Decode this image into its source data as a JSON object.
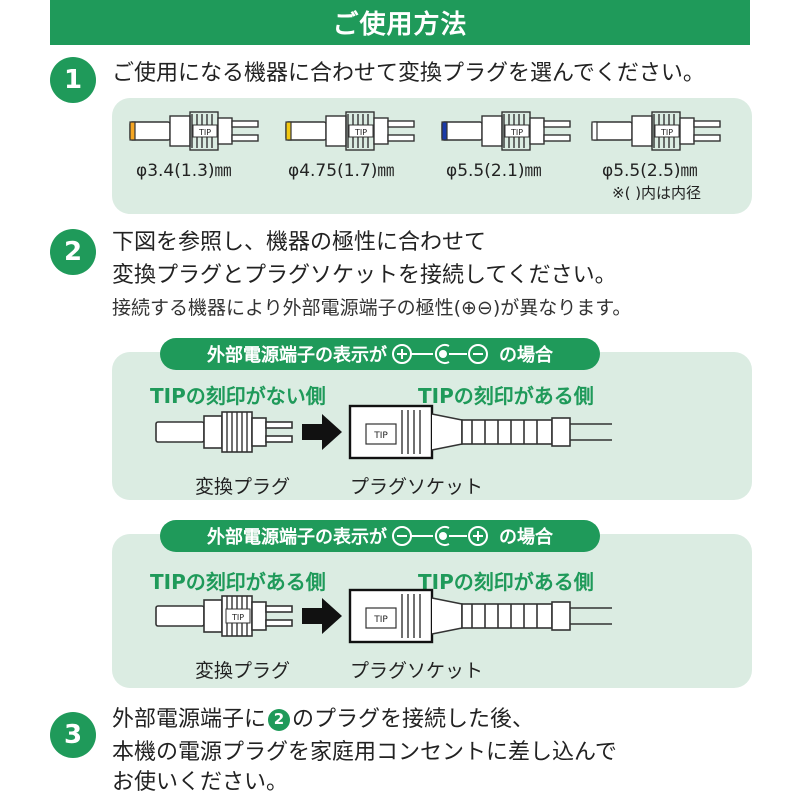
{
  "title": "ご使用方法",
  "step1": {
    "num": "1",
    "text": "ご使用になる機器に合わせて変換プラグを選んでください。",
    "plugs": [
      {
        "label": "φ3.4(1.3)㎜",
        "color": "#f5a623",
        "tip": "TIP"
      },
      {
        "label": "φ4.75(1.7)㎜",
        "color": "#f2c811",
        "tip": "TIP"
      },
      {
        "label": "φ5.5(2.1)㎜",
        "color": "#1a3aa8",
        "tip": "TIP"
      },
      {
        "label": "φ5.5(2.5)㎜",
        "color": "#ffffff",
        "tip": "TIP"
      }
    ],
    "note": "※( )内は内径"
  },
  "step2": {
    "num": "2",
    "line1": "下図を参照し、機器の極性に合わせて",
    "line2": "変換プラグとプラグソケットを接続してください。",
    "line3": "接続する機器により外部電源端子の極性(⊕⊖)が異なります。",
    "case1": {
      "pill_prefix": "外部電源端子の表示が",
      "pill_suffix": "の場合",
      "left_label": "TIPの刻印がない側",
      "right_label": "TIPの刻印がある側",
      "plug_caption": "変換プラグ",
      "socket_caption": "プラグソケット",
      "tip": "TIP"
    },
    "case2": {
      "pill_prefix": "外部電源端子の表示が",
      "pill_suffix": "の場合",
      "left_label": "TIPの刻印がある側",
      "right_label": "TIPの刻印がある側",
      "plug_caption": "変換プラグ",
      "socket_caption": "プラグソケット",
      "tip": "TIP"
    }
  },
  "step3": {
    "num": "3",
    "line1_a": "外部電源端子に",
    "line1_ref": "2",
    "line1_b": "のプラグを接続した後、",
    "line2": "本機の電源プラグを家庭用コンセントに差し込んで",
    "line3": "お使いください。"
  },
  "colors": {
    "accent": "#1f9a5a",
    "panel": "#dbece2"
  }
}
